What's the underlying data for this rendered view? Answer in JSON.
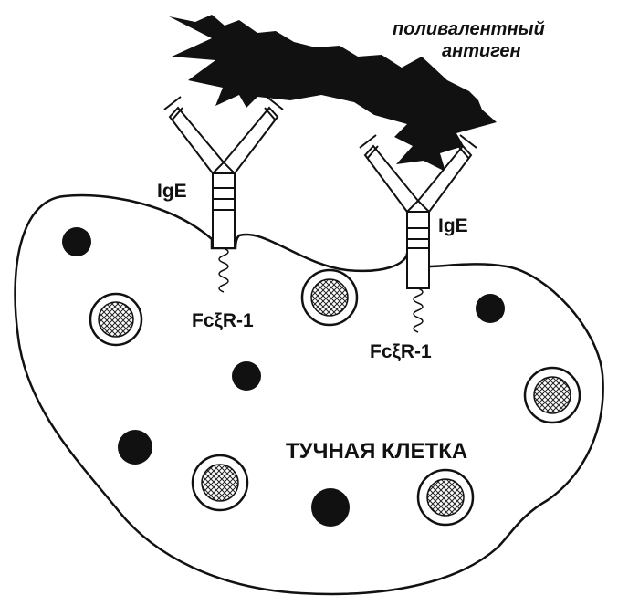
{
  "antigen": {
    "label_line1": "поливалентный",
    "label_line2": "антиген"
  },
  "receptors": [
    {
      "antibody_label": "IgE",
      "receptor_label": "FcξR-1"
    },
    {
      "antibody_label": "IgE",
      "receptor_label": "FcξR-1"
    }
  ],
  "cell": {
    "label": "ТУЧНАЯ КЛЕТКА"
  },
  "colors": {
    "ink": "#111111",
    "hatch": "#333333",
    "background": "#ffffff"
  }
}
